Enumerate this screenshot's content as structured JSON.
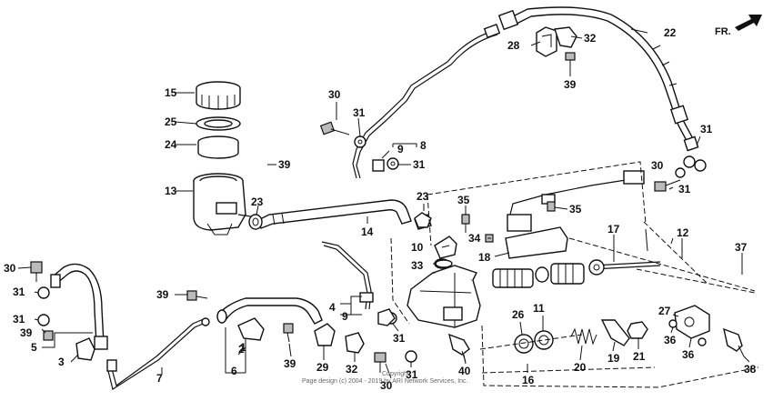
{
  "direction_label": "FR.",
  "copyright": {
    "line1": "Copyright",
    "line2": "Page design (c) 2004 - 2019 by ARI Network Services, Inc."
  },
  "callouts": [
    {
      "id": "n1",
      "text": "1"
    },
    {
      "id": "n2",
      "text": "2"
    },
    {
      "id": "n3",
      "text": "3"
    },
    {
      "id": "n4",
      "text": "4"
    },
    {
      "id": "n5",
      "text": "5"
    },
    {
      "id": "n6",
      "text": "6"
    },
    {
      "id": "n7",
      "text": "7"
    },
    {
      "id": "n8",
      "text": "8"
    },
    {
      "id": "n9a",
      "text": "9"
    },
    {
      "id": "n9b",
      "text": "9"
    },
    {
      "id": "n10",
      "text": "10"
    },
    {
      "id": "n11",
      "text": "11"
    },
    {
      "id": "n12",
      "text": "12"
    },
    {
      "id": "n13",
      "text": "13"
    },
    {
      "id": "n14",
      "text": "14"
    },
    {
      "id": "n15",
      "text": "15"
    },
    {
      "id": "n16",
      "text": "16"
    },
    {
      "id": "n17",
      "text": "17"
    },
    {
      "id": "n18",
      "text": "18"
    },
    {
      "id": "n19",
      "text": "19"
    },
    {
      "id": "n20",
      "text": "20"
    },
    {
      "id": "n21",
      "text": "21"
    },
    {
      "id": "n22",
      "text": "22"
    },
    {
      "id": "n23a",
      "text": "23"
    },
    {
      "id": "n23b",
      "text": "23"
    },
    {
      "id": "n24",
      "text": "24"
    },
    {
      "id": "n25",
      "text": "25"
    },
    {
      "id": "n26",
      "text": "26"
    },
    {
      "id": "n27",
      "text": "27"
    },
    {
      "id": "n28",
      "text": "28"
    },
    {
      "id": "n29",
      "text": "29"
    },
    {
      "id": "n30a",
      "text": "30"
    },
    {
      "id": "n30b",
      "text": "30"
    },
    {
      "id": "n30c",
      "text": "30"
    },
    {
      "id": "n30d",
      "text": "30"
    },
    {
      "id": "n31a",
      "text": "31"
    },
    {
      "id": "n31b",
      "text": "31"
    },
    {
      "id": "n31c",
      "text": "31"
    },
    {
      "id": "n31d",
      "text": "31"
    },
    {
      "id": "n31e",
      "text": "31"
    },
    {
      "id": "n31f",
      "text": "31"
    },
    {
      "id": "n31g",
      "text": "31"
    },
    {
      "id": "n31h",
      "text": "31"
    },
    {
      "id": "n31i",
      "text": "31"
    },
    {
      "id": "n32a",
      "text": "32"
    },
    {
      "id": "n32b",
      "text": "32"
    },
    {
      "id": "n33",
      "text": "33"
    },
    {
      "id": "n34",
      "text": "34"
    },
    {
      "id": "n35a",
      "text": "35"
    },
    {
      "id": "n35b",
      "text": "35"
    },
    {
      "id": "n36a",
      "text": "36"
    },
    {
      "id": "n36b",
      "text": "36"
    },
    {
      "id": "n37",
      "text": "37"
    },
    {
      "id": "n38",
      "text": "38"
    },
    {
      "id": "n39a",
      "text": "39"
    },
    {
      "id": "n39b",
      "text": "39"
    },
    {
      "id": "n39c",
      "text": "39"
    },
    {
      "id": "n39d",
      "text": "39"
    },
    {
      "id": "n39e",
      "text": "39"
    },
    {
      "id": "n40",
      "text": "40"
    }
  ]
}
